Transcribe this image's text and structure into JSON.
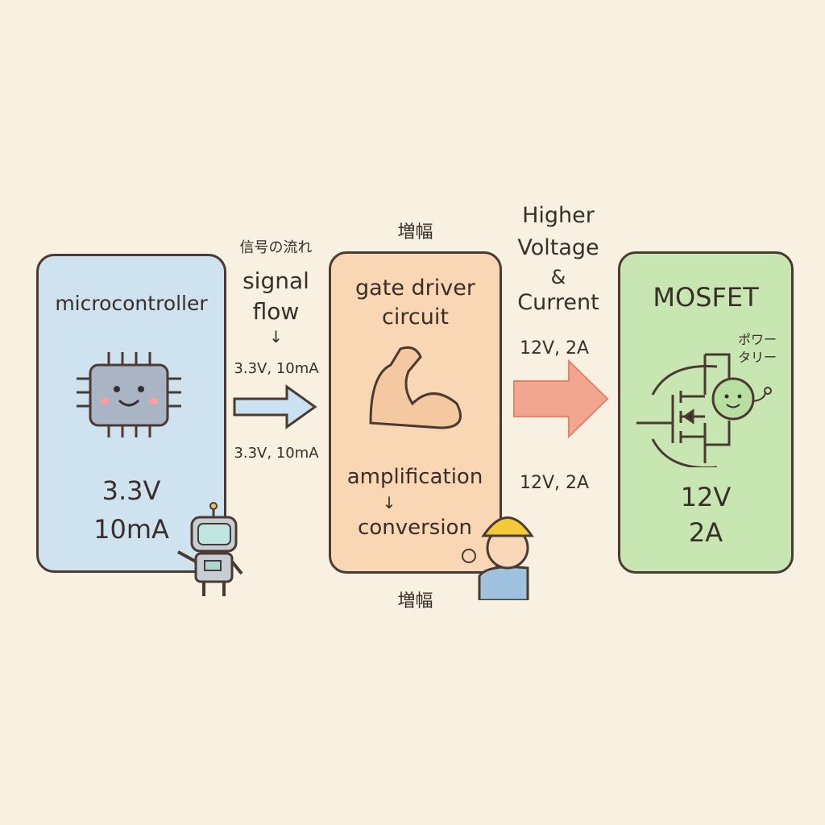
{
  "colors": {
    "background": "#f8f0e1",
    "micro": "#cfe2ef",
    "driver": "#f9d6b4",
    "mosfet": "#c8e6b2",
    "arrow_blue": "#c9e1f0",
    "arrow_red": "#f2a58f"
  },
  "micro": {
    "title": "microcontroller",
    "voltage": "3.3V",
    "current": "10mA"
  },
  "signal": {
    "jp": "信号の流れ",
    "line1": "signal",
    "line2": "flow",
    "arrow": "↓",
    "in_top": "3.3V, 10mA",
    "in_bottom": "3.3V, 10mA"
  },
  "driver": {
    "jp_top": "増幅",
    "title1": "gate driver",
    "title2": "circuit",
    "amp": "amplification",
    "arrow": "↓",
    "conv": "conversion",
    "jp_bottom": "増幅"
  },
  "output": {
    "l1": "Higher",
    "l2": "Voltage",
    "l3": "&",
    "l4": "Current",
    "top": "12V, 2A",
    "bottom": "12V, 2A"
  },
  "mosfet": {
    "title": "MOSFET",
    "jp1": "ポワー",
    "jp2": "タリー",
    "voltage": "12V",
    "current": "2A"
  }
}
